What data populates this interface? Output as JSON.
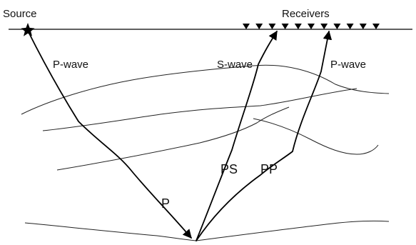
{
  "labels": {
    "source": "Source",
    "receivers": "Receivers",
    "downgoing_wave": "P-wave",
    "converted_upgoing_wave": "S-wave",
    "reflected_upgoing_wave": "P-wave",
    "downgoing_leg": "P",
    "converted_reflection": "PS",
    "pp_reflection": "PP"
  },
  "receivers": {
    "count": 11
  },
  "colors": {
    "ink": "#000000",
    "background": "#ffffff"
  },
  "icons": {
    "source": "star-icon",
    "receiver": "triangle-down-icon"
  }
}
